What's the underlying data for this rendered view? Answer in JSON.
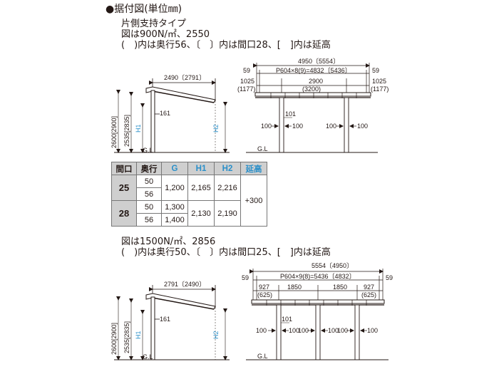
{
  "heading": "●据付図(単位㎜)",
  "section1": {
    "type_label": "片側支持タイプ",
    "caption": "図は900N/㎡、2550",
    "note": "(　)内は奥行56、〔　〕内は間口28、[　]内は延高",
    "side": {
      "width": "2490〔2791〕",
      "overall_height": "2600[2900]",
      "inner_height": "2535[2835]",
      "h1": "H1",
      "h2": "H2",
      "eave_offset": "161",
      "ground": "G.L"
    },
    "front": {
      "total": "4950〔5554〕",
      "left_edge": "59",
      "right_edge": "59",
      "pitch": "P604×8(9)=4832〔5436〕",
      "left_over": "1025",
      "right_over": "1025",
      "left_over_alt": "(1177)",
      "right_over_alt": "(1177)",
      "span": "2900",
      "span_alt": "(3200)",
      "post_offset": "101",
      "clear_left_a": "100",
      "clear_right_a": "100",
      "clear_left_b": "100",
      "clear_right_b": "100",
      "ground": "G.L"
    }
  },
  "table": {
    "headers": [
      "間口",
      "奥行",
      "G",
      "H1",
      "H2",
      "延高"
    ],
    "groups": [
      {
        "name": "25",
        "rows": [
          [
            "50"
          ],
          [
            "56"
          ]
        ],
        "g": "1,200",
        "h1": "2,165",
        "h2": "2,216"
      },
      {
        "name": "28",
        "rows": [
          [
            "50",
            "1,300"
          ],
          [
            "56",
            "1,400"
          ]
        ],
        "h1": "2,130",
        "h2": "2,190"
      }
    ],
    "extend": "+300"
  },
  "section2": {
    "caption": "図は1500N/㎡、2856",
    "note": "(　)内は奥行50、〔　〕内は間口25、[　]内は延高",
    "side": {
      "width": "2791〔2490〕",
      "overall_height": "2600[2900]",
      "inner_height": "2535[2835]",
      "h1": "H1",
      "h2": "H2",
      "eave_offset": "161",
      "ground": "G.L"
    },
    "front": {
      "total": "5554〔4950〕",
      "left_edge": "59",
      "right_edge": "59",
      "pitch": "P604×9(8)=5436〔4832〕",
      "left_over": "927",
      "right_over": "927",
      "left_over_alt": "(625)",
      "right_over_alt": "(625)",
      "span_a": "1850",
      "span_b": "1850",
      "post_offset": "101",
      "clear_1": "100",
      "clear_2": "100",
      "clear_3": "100",
      "clear_4": "100",
      "clear_5": "100",
      "clear_6": "100",
      "ground": "G.L"
    }
  },
  "colors": {
    "ink": "#231815",
    "accent_blue": "#2a8fc9",
    "table_header_bg": "#cfcfcf"
  }
}
